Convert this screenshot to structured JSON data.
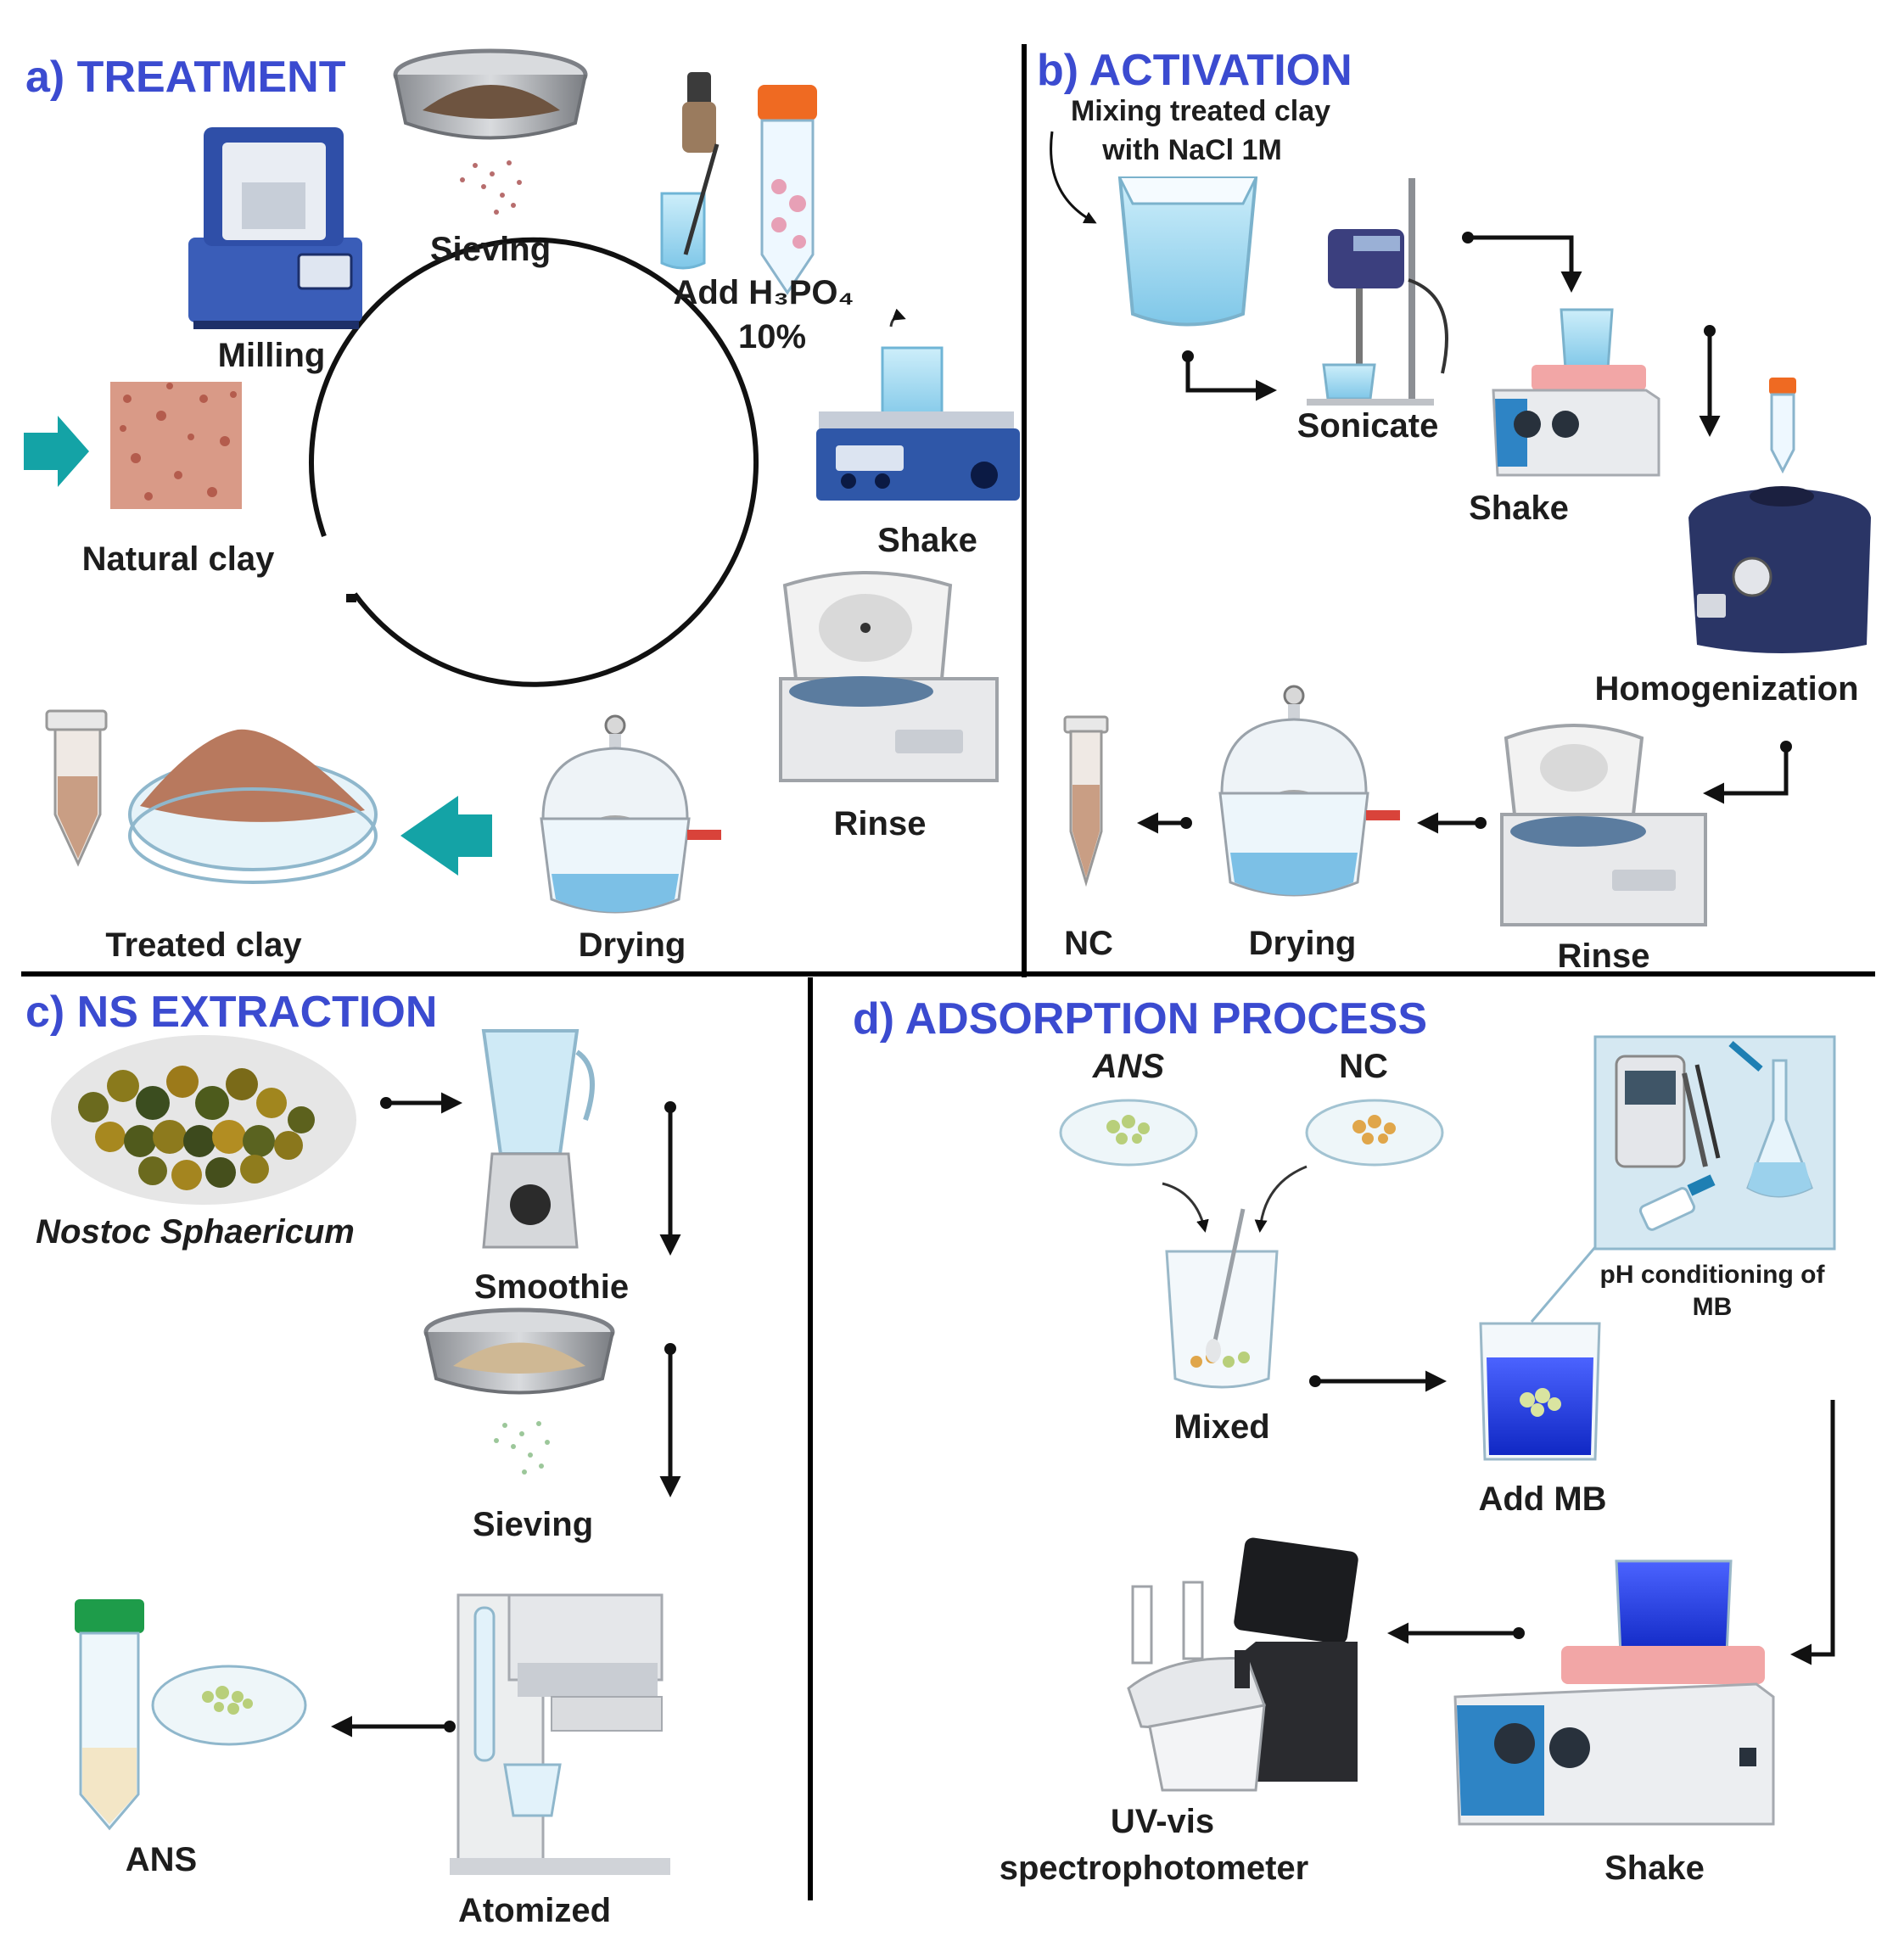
{
  "panels": {
    "a": {
      "title": "a) TREATMENT",
      "milling": "Milling",
      "sieving": "Sieving",
      "add_acid_line1": "Add H₃PO₄",
      "add_acid_line2": "10%",
      "shake": "Shake",
      "natural_clay": "Natural clay",
      "rinse": "Rinse",
      "drying": "Drying",
      "treated_clay": "Treated clay"
    },
    "b": {
      "title": "b) ACTIVATION",
      "mixing_line1": "Mixing treated clay",
      "mixing_line2": "with NaCl 1M",
      "sonicate": "Sonicate",
      "shake": "Shake",
      "homogenization": "Homogenization",
      "rinse": "Rinse",
      "drying": "Drying",
      "nc": "NC"
    },
    "c": {
      "title": "c) NS EXTRACTION",
      "nostoc": "Nostoc Sphaericum",
      "smoothie": "Smoothie",
      "sieving": "Sieving",
      "atomized": "Atomized",
      "ans": "ANS"
    },
    "d": {
      "title": "d) ADSORPTION PROCESS",
      "ans": "ANS",
      "nc": "NC",
      "mixed": "Mixed",
      "ph_line1": "pH conditioning of",
      "ph_line2": "MB",
      "add_mb": "Add MB",
      "uv_line1": "UV-vis",
      "uv_line2": "spectrophotometer",
      "shake": "Shake"
    }
  },
  "colors": {
    "title_blue": "#3b4bd0",
    "teal_arrow": "#14a3a6",
    "clay_brown": "#a4725a",
    "device_blue": "#2b4a9a",
    "liquid_blue": "#8fd0ec",
    "mb_blue": "#1f3de0",
    "hotplate_pink": "#f2a6a6",
    "algae_green": "#b8cf7a",
    "nc_orange": "#e0a64a"
  },
  "icons": [
    "mill-icon",
    "sieve-icon",
    "dropper-icon",
    "tube-icon",
    "shaker-icon",
    "clay-block-icon",
    "centrifuge-icon",
    "desiccator-icon",
    "petri-dish-icon",
    "beaker-icon",
    "sonicator-icon",
    "hotplate-icon",
    "vortex-icon",
    "blender-icon",
    "spray-dryer-icon",
    "ph-meter-icon",
    "flask-icon",
    "spectrophotometer-icon",
    "arrow-icon"
  ]
}
